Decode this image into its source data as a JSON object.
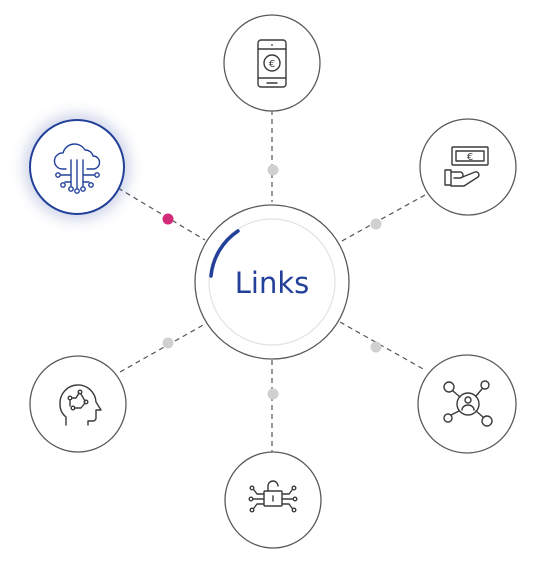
{
  "center": {
    "label": "Links",
    "accent": "#22409a"
  },
  "colors": {
    "accent": "#22409a",
    "active_dot": "#d42a7a",
    "inactive_dot": "#d0d0d0",
    "ring": "#5a5a5a"
  },
  "nodes": [
    {
      "id": "cloud",
      "icon": "cloud-network-icon",
      "active": true
    },
    {
      "id": "mobile",
      "icon": "mobile-payment-icon",
      "active": false
    },
    {
      "id": "payment",
      "icon": "hand-money-icon",
      "active": false
    },
    {
      "id": "network",
      "icon": "user-network-icon",
      "active": false
    },
    {
      "id": "security",
      "icon": "lock-circuit-icon",
      "active": false
    },
    {
      "id": "ai",
      "icon": "ai-head-icon",
      "active": false
    }
  ],
  "glyphs": {
    "euro": "€"
  }
}
